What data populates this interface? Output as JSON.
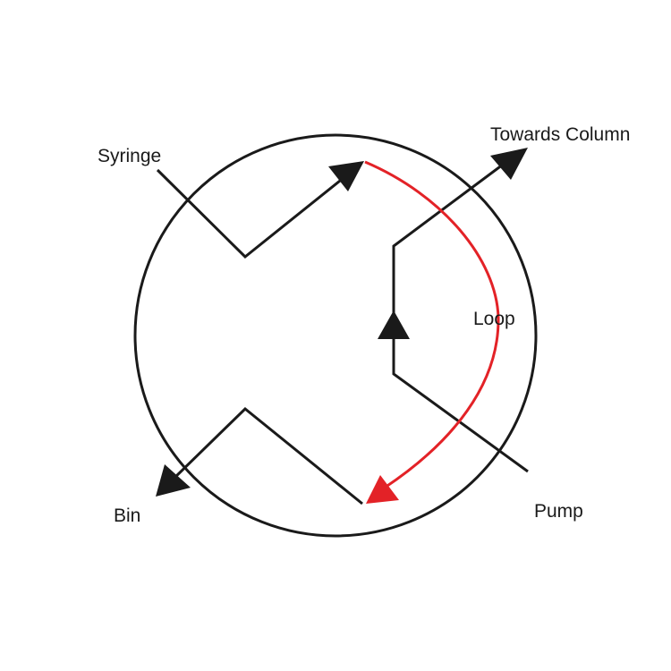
{
  "labels": {
    "syringe": "Syringe",
    "towards_column": "Towards Column",
    "loop": "Loop",
    "bin": "Bin",
    "pump": "Pump"
  },
  "colors": {
    "line": "#1a1a1a",
    "loop_path": "#e32227",
    "background": "#ffffff"
  }
}
